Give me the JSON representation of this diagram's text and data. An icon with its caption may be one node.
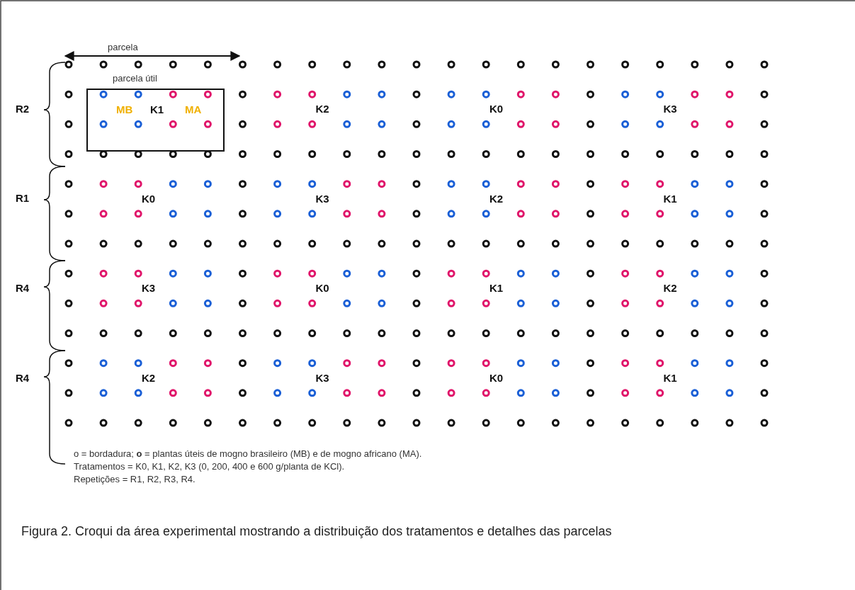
{
  "diagram": {
    "caption": "Figura 2. Croqui da área experimental mostrando a distribuição dos tratamentos e detalhes das parcelas",
    "nodes": [
      {
        "text": [
          "parcela útil",
          "MB",
          "K1",
          "MA"
        ]
      }
    ],
    "labels": [
      "parcela",
      "R2",
      "K2",
      "K0",
      "K3",
      "R1",
      "K0",
      "K3",
      "K2",
      "K1",
      "R4",
      "K3",
      "K0",
      "K1",
      "K2",
      "R4",
      "K2",
      "K3",
      "K0",
      "K1",
      "o = bordadura; **o** = plantas úteis de mogno brasileiro (MB) e de mogno africano (MA).",
      "Tratamentos = K0, K1, K2, K3 (0, 200, 400 e 600 g/planta de KCl).",
      "Repetições = R1, R2, R3, R4."
    ]
  }
}
